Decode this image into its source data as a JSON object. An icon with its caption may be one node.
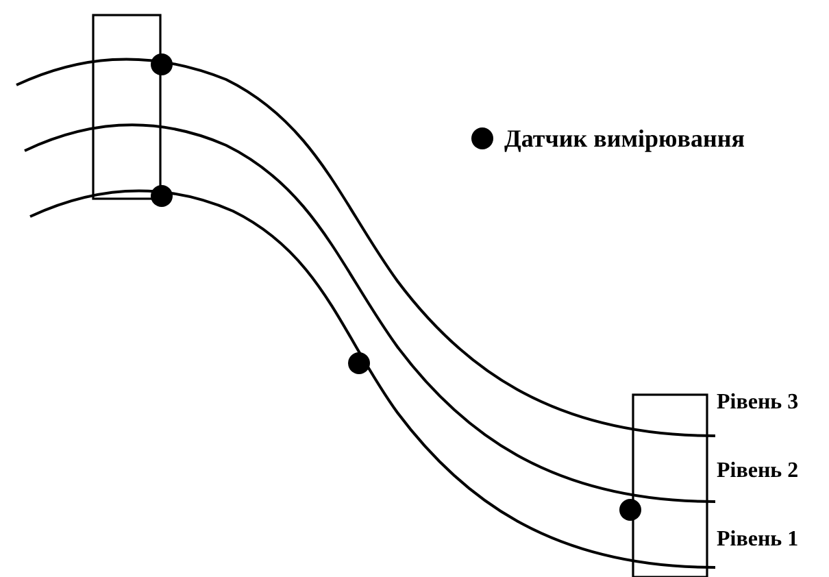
{
  "diagram": {
    "labels": [
      "Рівень 3",
      "Рівень 2",
      "Рівень 1"
    ],
    "legend": [
      {
        "text": "Датчик вимірювання"
      }
    ]
  }
}
